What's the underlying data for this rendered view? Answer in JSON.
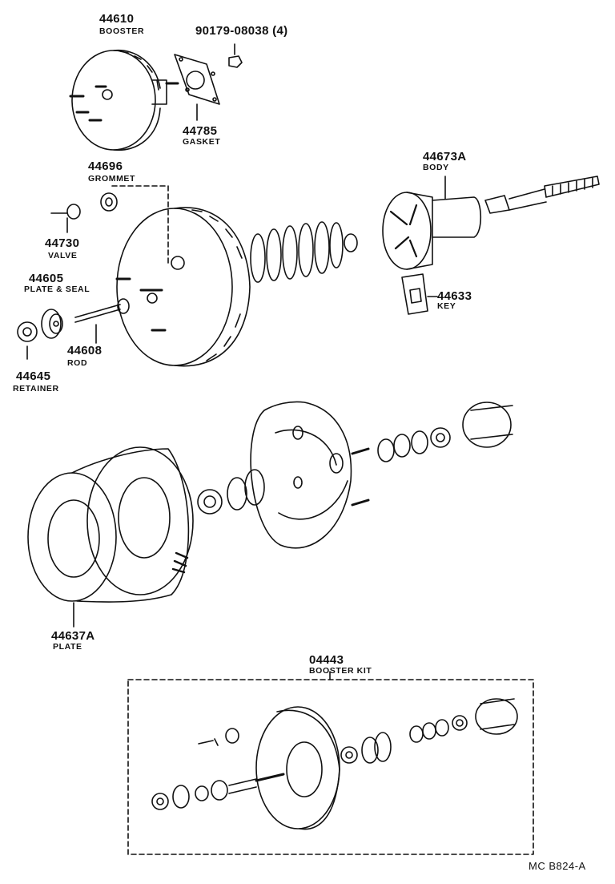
{
  "parts": {
    "booster": {
      "number": "44610",
      "name": "BOOSTER"
    },
    "nut": {
      "number": "90179-08038 (4)"
    },
    "gasket": {
      "number": "44785",
      "name": "GASKET"
    },
    "grommet": {
      "number": "44696",
      "name": "GROMMET"
    },
    "valve": {
      "number": "44730",
      "name": "VALVE"
    },
    "plate_seal": {
      "number": "44605",
      "name": "PLATE & SEAL"
    },
    "rod": {
      "number": "44608",
      "name": "ROD"
    },
    "retainer": {
      "number": "44645",
      "name": "RETAINER"
    },
    "body": {
      "number": "44673A",
      "name": "BODY"
    },
    "key": {
      "number": "44633",
      "name": "KEY"
    },
    "plate": {
      "number": "44637A",
      "name": "PLATE"
    },
    "booster_kit": {
      "number": "04443",
      "name": "BOOSTER KIT"
    }
  },
  "diagram_ref": "MC  B824-A"
}
